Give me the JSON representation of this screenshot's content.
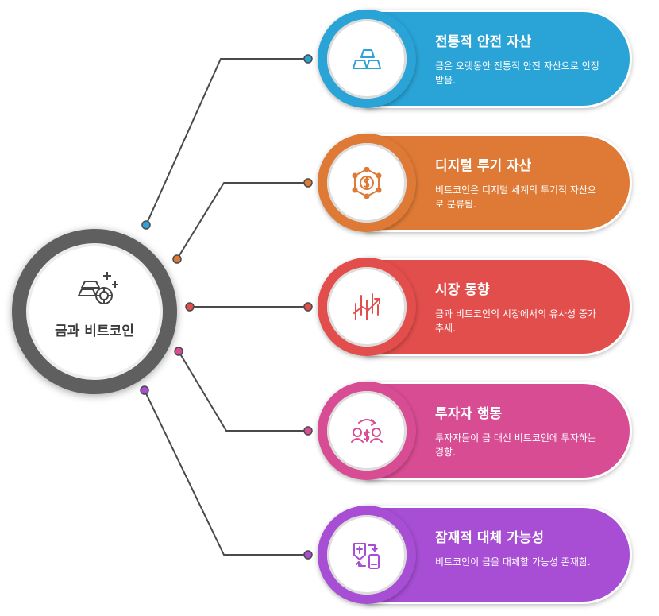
{
  "hub": {
    "label": "금과 비트코인",
    "icon": "gold-bars-coin-icon",
    "ring_color": "#5f5f5f"
  },
  "items": [
    {
      "title": "전통적 안전 자산",
      "description": "금은 오랫동안 전통적 안전 자산으로 인정받음.",
      "color": "#2aa3d6",
      "icon": "gold-bars-icon"
    },
    {
      "title": "디지털 투기 자산",
      "description": "비트코인은 디지털 세계의 투기적 자산으로 분류됨.",
      "color": "#de7a36",
      "icon": "dollar-network-icon"
    },
    {
      "title": "시장 동향",
      "description": "금과 비트코인의 시장에서의 유사성 증가 추세.",
      "color": "#e24e4b",
      "icon": "market-trend-icon"
    },
    {
      "title": "투자자 행동",
      "description": "투자자들이 금 대신 비트코인에 투자하는 경향.",
      "color": "#d84c94",
      "icon": "investors-exchange-icon"
    },
    {
      "title": "잠재적 대체 가능성",
      "description": "비트코인이 금을 대체할 가능성 존재함.",
      "color": "#a74ed4",
      "icon": "substitution-exchange-icon"
    }
  ]
}
